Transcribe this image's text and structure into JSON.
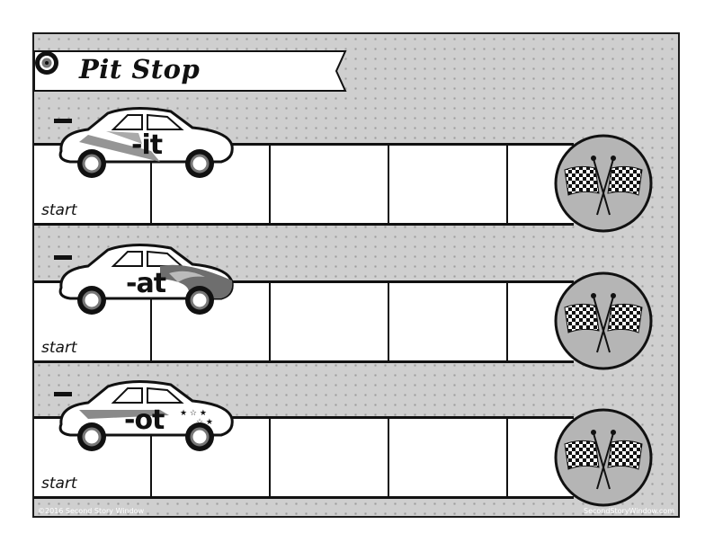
{
  "title": "Pit Stop",
  "title_icon": "tire-icon",
  "lanes": [
    {
      "word": "-it",
      "start_label": "start",
      "car_style": "stripes"
    },
    {
      "word": "-at",
      "start_label": "start",
      "car_style": "flames"
    },
    {
      "word": "-ot",
      "start_label": "start",
      "car_style": "stars"
    }
  ],
  "finish_icon": "checkered-flags-icon",
  "footer": {
    "left": "©2016 Second Story Window",
    "right": "SecondStoryWindow.com"
  },
  "colors": {
    "board_background": "#cfcfcf",
    "track": "#ffffff",
    "finish_circle": "#b5b5b5",
    "outline": "#111111"
  }
}
